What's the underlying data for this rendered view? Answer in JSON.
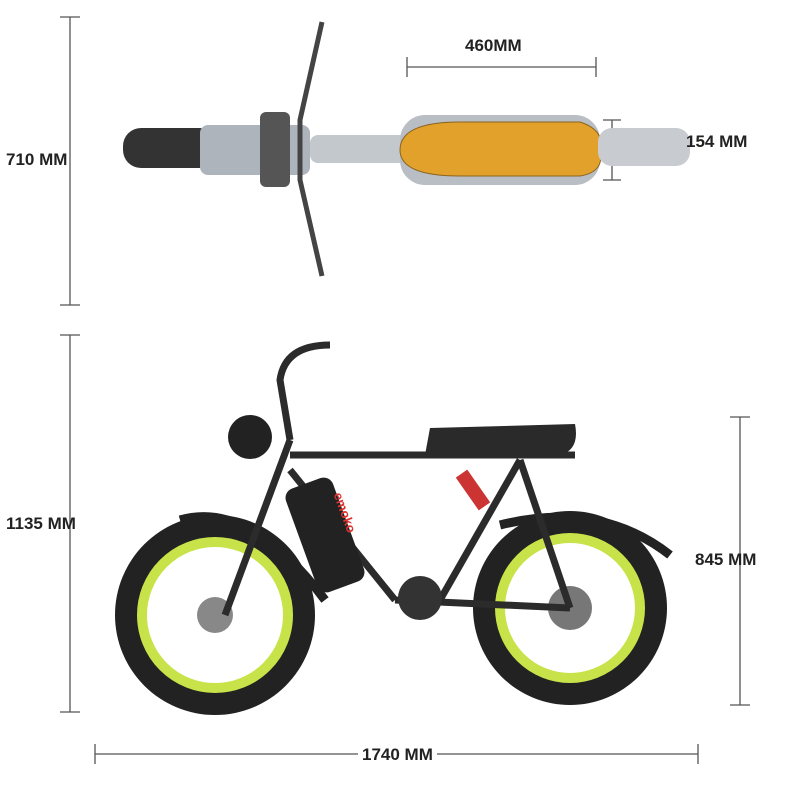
{
  "dimensions": {
    "top_width": "710 MM",
    "seat_length": "460MM",
    "seat_width": "154 MM",
    "total_height": "1135 MM",
    "seat_height": "845 MM",
    "total_length": "1740 MM"
  },
  "logo": "emoko",
  "colors": {
    "seat_top": "#e2a12a",
    "rim": "#c8e34a",
    "frame": "#2b2b2b",
    "line": "#555555"
  }
}
